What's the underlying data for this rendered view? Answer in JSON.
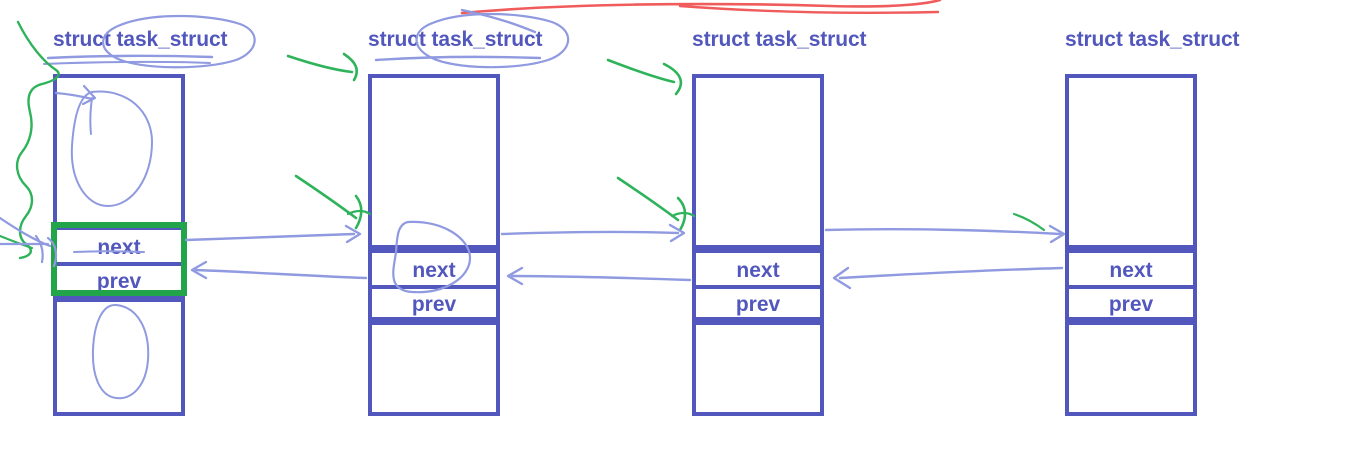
{
  "diagram": {
    "title_text": "struct task_struct",
    "field_next": "next",
    "field_prev": "prev",
    "colors": {
      "struct_blue": "#5257bd",
      "highlight_green": "#22a44b",
      "annotation_green": "#2eb35a",
      "annotation_red": "#f05b5b",
      "annotation_blue": "#8f9ae0",
      "background": "#ffffff"
    },
    "nodes": [
      {
        "id": "node-1",
        "title": "struct task_struct",
        "fields": [
          "next",
          "prev"
        ],
        "highlighted": true,
        "title_circled": true,
        "body_circle_top": true,
        "body_circle_bottom": true
      },
      {
        "id": "node-2",
        "title": "struct task_struct",
        "fields": [
          "next",
          "prev"
        ],
        "highlighted": false,
        "title_circled": true,
        "fields_circled": true
      },
      {
        "id": "node-3",
        "title": "struct task_struct",
        "fields": [
          "next",
          "prev"
        ],
        "highlighted": false,
        "title_circled": false
      },
      {
        "id": "node-4",
        "title": "struct task_struct",
        "fields": [
          "next",
          "prev"
        ],
        "highlighted": false,
        "title_circled": false
      }
    ],
    "links": [
      {
        "from": "node-1",
        "to": "node-2",
        "field": "next",
        "direction": "right"
      },
      {
        "from": "node-2",
        "to": "node-1",
        "field": "prev",
        "direction": "left"
      },
      {
        "from": "node-2",
        "to": "node-3",
        "field": "next",
        "direction": "right"
      },
      {
        "from": "node-3",
        "to": "node-2",
        "field": "prev",
        "direction": "left"
      },
      {
        "from": "node-3",
        "to": "node-4",
        "field": "next",
        "direction": "right"
      },
      {
        "from": "node-4",
        "to": "node-3",
        "field": "prev",
        "direction": "left"
      }
    ],
    "annotations": [
      {
        "name": "red-arc-top",
        "color": "#f05b5b"
      },
      {
        "name": "green-squiggle-left",
        "color": "#2eb35a"
      },
      {
        "name": "green-arrow-to-node-2-title",
        "color": "#2eb35a"
      },
      {
        "name": "green-arrow-to-node-3-title",
        "color": "#2eb35a"
      },
      {
        "name": "green-arrow-to-node-2-next",
        "color": "#2eb35a"
      },
      {
        "name": "green-arrow-to-node-3-next",
        "color": "#2eb35a"
      },
      {
        "name": "green-highlight-node-1-fields",
        "color": "#22a44b"
      },
      {
        "name": "blue-ink-circle-node-1-title",
        "color": "#8f9ae0"
      },
      {
        "name": "blue-ink-circle-node-2-title",
        "color": "#8f9ae0"
      },
      {
        "name": "blue-ink-circle-node-2-fields",
        "color": "#8f9ae0"
      },
      {
        "name": "blue-ink-ellipse-node-1-top",
        "color": "#8f9ae0"
      },
      {
        "name": "blue-ink-ellipse-node-1-bottom",
        "color": "#8f9ae0"
      },
      {
        "name": "blue-ink-scribble-left-edge",
        "color": "#8f9ae0"
      }
    ]
  }
}
